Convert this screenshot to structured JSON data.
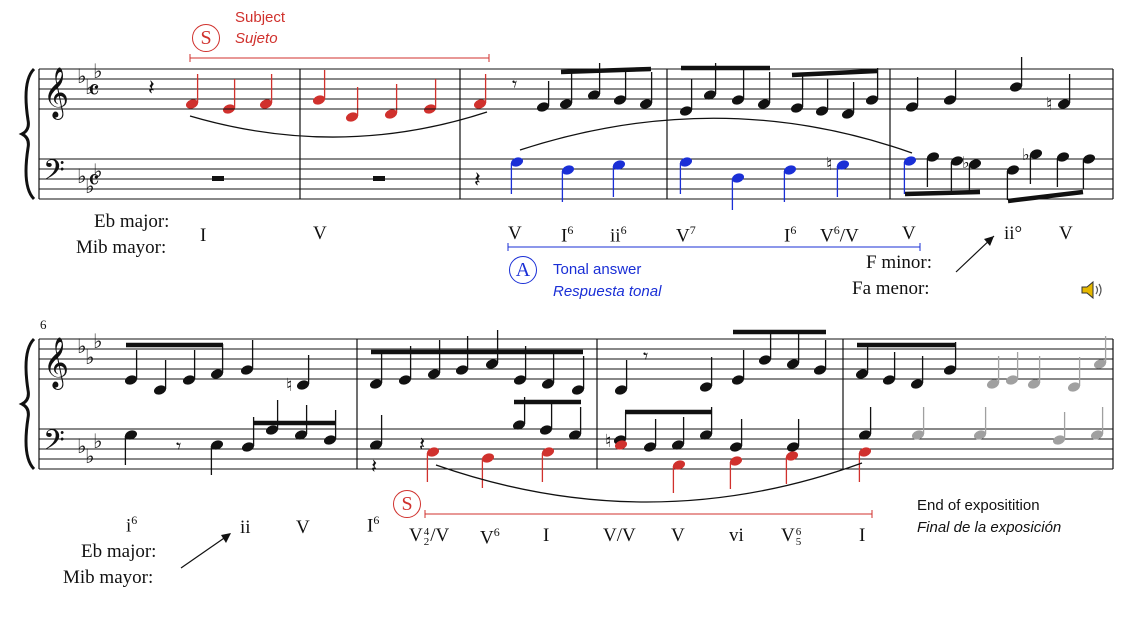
{
  "system1": {
    "subject": {
      "marker": "S",
      "en": "Subject",
      "es": "Sujeto"
    },
    "answer": {
      "marker": "A",
      "en": "Tonal answer",
      "es": "Respuesta tonal"
    },
    "key1": {
      "en": "Eb major:",
      "es": "Mib mayor:"
    },
    "key2": {
      "en": "F minor:",
      "es": "Fa menor:"
    },
    "romans": [
      "I",
      "V",
      "V",
      "I",
      "ii",
      "V",
      "I",
      "V",
      "V",
      "ii°",
      "V"
    ],
    "figures": {
      "i6a": "6",
      "ii6": "6",
      "V7": "7",
      "i6b": "6",
      "V6V": "6"
    },
    "v6v_tail": "/V"
  },
  "system2": {
    "measure_number": "6",
    "subject": {
      "marker": "S"
    },
    "key": {
      "en": "Eb major:",
      "es": "Mib mayor:"
    },
    "romans": [
      "i",
      "ii",
      "V",
      "I",
      "V",
      "/V",
      "V",
      "I",
      "V/V",
      "V",
      "vi",
      "V",
      "I"
    ],
    "figures": {
      "i6": "6",
      "I6": "6",
      "V42_top": "4",
      "V42_bot": "2",
      "V6": "6",
      "V65_top": "6",
      "V65_bot": "5"
    },
    "end": {
      "en": "End of expositition",
      "es": "Final de la exposición"
    }
  },
  "colors": {
    "subject": "#d0312d",
    "answer": "#1a2fd6",
    "ghost": "#a0a0a0",
    "ink": "#111111"
  },
  "icons": {
    "audio": "speaker-icon"
  }
}
